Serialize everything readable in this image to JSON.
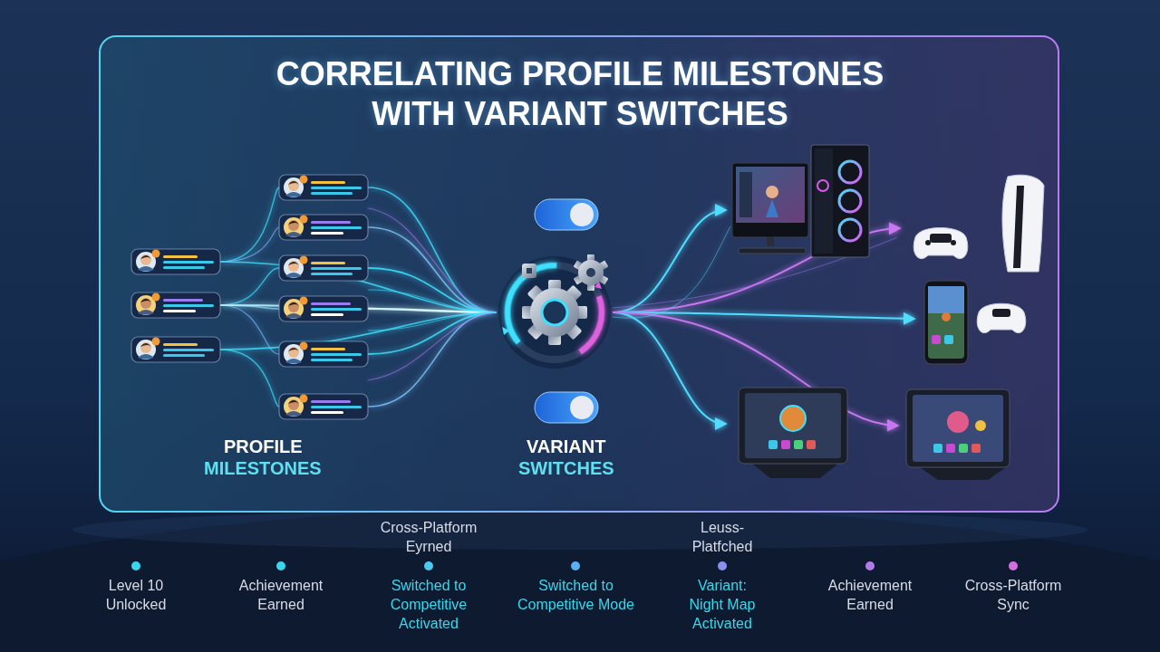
{
  "diagram": {
    "title": "CORRELATING PROFILE MILESTONES WITH VARIANT SWITCHES",
    "labels": [
      "PROFILE",
      "MILESTONES",
      "VARIANT",
      "SWITCHES",
      "Level 10 Unlocked",
      "Achievement Earned",
      "Cross-Platform Eyrned",
      "Switched to Competitive Activated",
      "Switched to Competitive Mode",
      "Leuss-Platfched",
      "Variant: Night Map Activated",
      "Achievement Earned",
      "Cross-Platform Sync"
    ]
  }
}
